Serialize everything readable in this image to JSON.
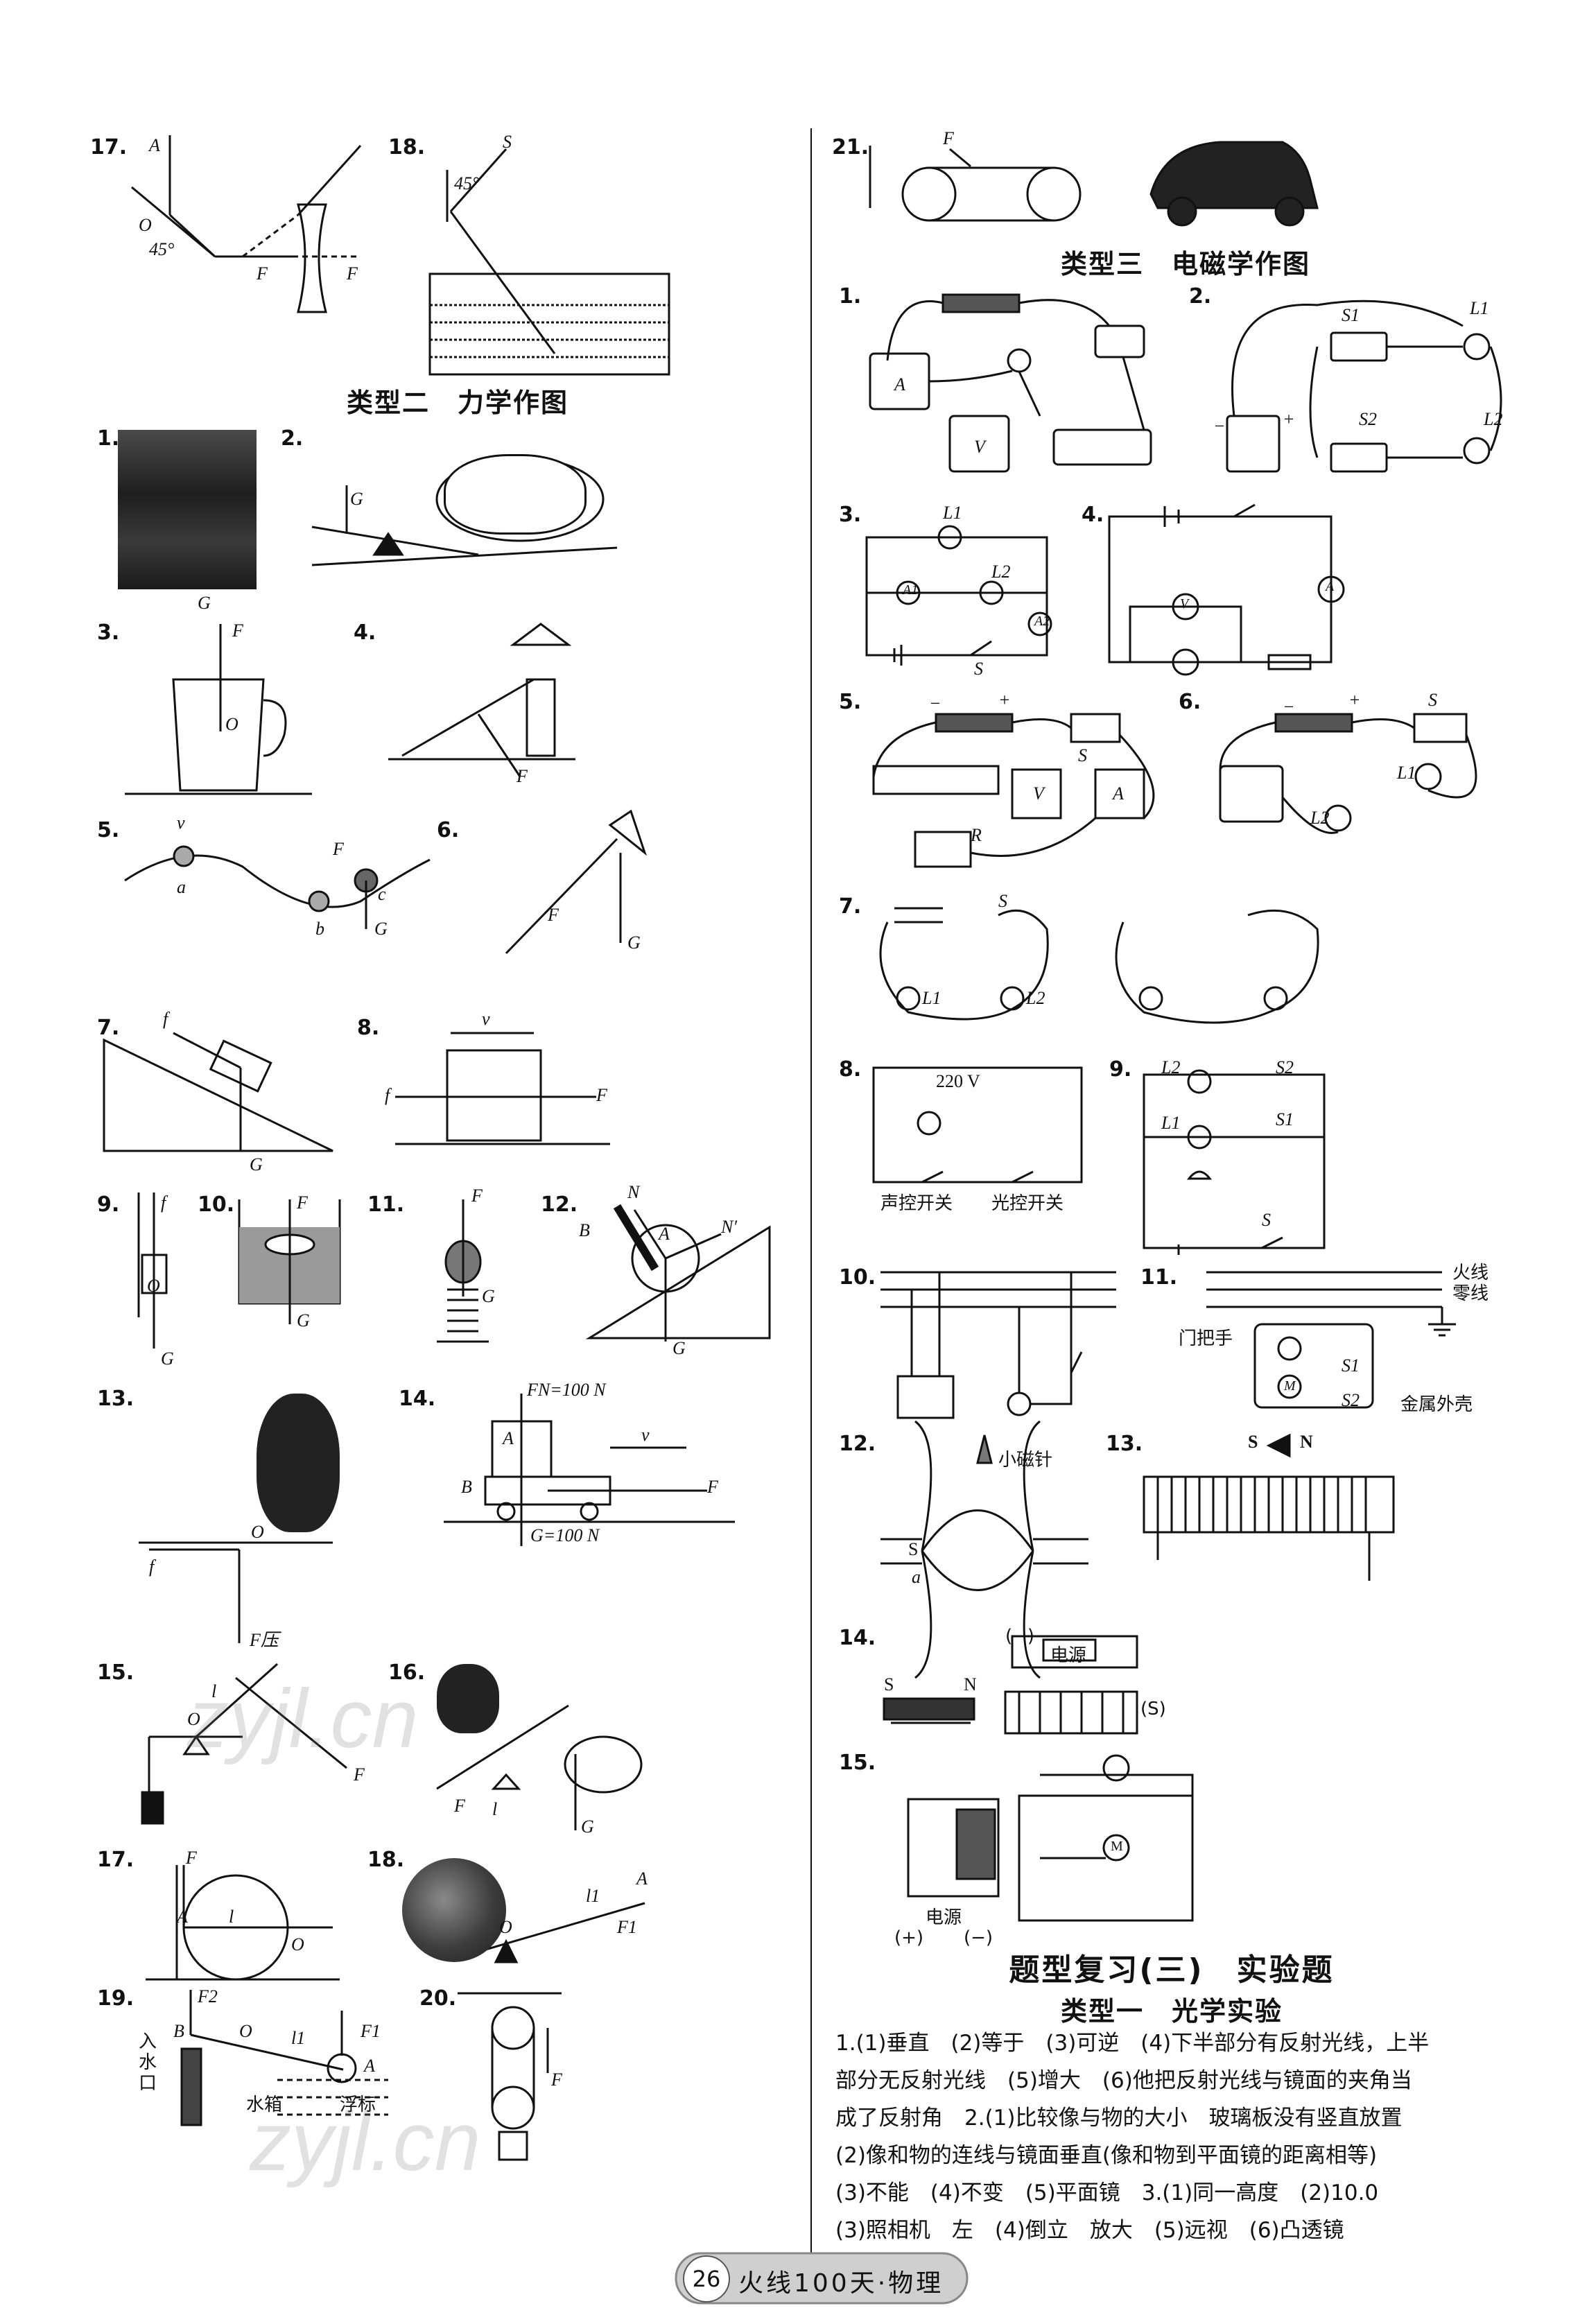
{
  "left_column": {
    "optics_cont": {
      "items": [
        {
          "num": "17.",
          "labels": [
            "A",
            "O",
            "45°",
            "F",
            "F"
          ]
        },
        {
          "num": "18.",
          "labels": [
            "S",
            "45°"
          ]
        }
      ]
    },
    "section_mechanics": {
      "title": "类型二　力学作图",
      "items": [
        {
          "num": "1.",
          "labels": [
            "G"
          ]
        },
        {
          "num": "2.",
          "labels": [
            "G"
          ]
        },
        {
          "num": "3.",
          "labels": [
            "F",
            "O"
          ]
        },
        {
          "num": "4.",
          "labels": [
            "F"
          ]
        },
        {
          "num": "5.",
          "labels": [
            "v",
            "F",
            "a",
            "b",
            "c",
            "G"
          ]
        },
        {
          "num": "6.",
          "labels": [
            "F",
            "G"
          ]
        },
        {
          "num": "7.",
          "labels": [
            "f",
            "G"
          ]
        },
        {
          "num": "8.",
          "labels": [
            "v",
            "f",
            "F"
          ]
        },
        {
          "num": "9.",
          "labels": [
            "f",
            "O",
            "G"
          ]
        },
        {
          "num": "10.",
          "labels": [
            "F",
            "G"
          ]
        },
        {
          "num": "11.",
          "labels": [
            "F",
            "G"
          ]
        },
        {
          "num": "12.",
          "labels": [
            "N",
            "A",
            "B",
            "N′",
            "G"
          ]
        },
        {
          "num": "13.",
          "labels": [
            "O",
            "f",
            "F压"
          ]
        },
        {
          "num": "14.",
          "labels": [
            "FN=100 N",
            "A",
            "v",
            "B",
            "F",
            "G=100 N"
          ]
        },
        {
          "num": "15.",
          "labels": [
            "l",
            "O",
            "F"
          ]
        },
        {
          "num": "16.",
          "labels": [
            "F",
            "l",
            "G"
          ]
        },
        {
          "num": "17.",
          "labels": [
            "F",
            "A",
            "l",
            "O"
          ]
        },
        {
          "num": "18.",
          "labels": [
            "A",
            "l1",
            "O",
            "F1"
          ]
        },
        {
          "num": "19.",
          "labels": [
            "F2",
            "B",
            "O",
            "l1",
            "F1",
            "A",
            "入水口",
            "水箱",
            "浮标"
          ]
        },
        {
          "num": "20.",
          "labels": [
            "F"
          ]
        }
      ]
    }
  },
  "right_column": {
    "item21": {
      "num": "21.",
      "labels": [
        "F"
      ]
    },
    "section_em": {
      "title": "类型三　电磁学作图",
      "items": [
        {
          "num": "1.",
          "labels": [
            "A",
            "V"
          ]
        },
        {
          "num": "2.",
          "labels": [
            "S1",
            "L1",
            "S2",
            "L2",
            "−",
            "+"
          ]
        },
        {
          "num": "3.",
          "labels": [
            "L1",
            "A1",
            "L2",
            "A2",
            "S"
          ]
        },
        {
          "num": "4.",
          "labels": [
            "A",
            "V"
          ]
        },
        {
          "num": "5.",
          "labels": [
            "−",
            "+",
            "S",
            "V",
            "A",
            "R"
          ]
        },
        {
          "num": "6.",
          "labels": [
            "−",
            "+",
            "S",
            "L1",
            "L2"
          ]
        },
        {
          "num": "7.",
          "labels": [
            "S",
            "L1",
            "L2"
          ]
        },
        {
          "num": "8.",
          "labels": [
            "220 V",
            "声控开关",
            "光控开关"
          ]
        },
        {
          "num": "9.",
          "labels": [
            "L2",
            "S2",
            "L1",
            "S1",
            "S"
          ]
        },
        {
          "num": "10.",
          "labels": []
        },
        {
          "num": "11.",
          "labels": [
            "火线",
            "零线",
            "门把手",
            "S1",
            "S2",
            "M",
            "金属外壳"
          ]
        },
        {
          "num": "12.",
          "labels": [
            "小磁针",
            "S",
            "a"
          ]
        },
        {
          "num": "13.",
          "labels": [
            "S",
            "N"
          ]
        },
        {
          "num": "14.",
          "labels": [
            "S",
            "N",
            "(−)",
            "电源",
            "(S)"
          ]
        },
        {
          "num": "15.",
          "labels": [
            "M",
            "电源",
            "(+)",
            "(−)"
          ]
        }
      ]
    },
    "review": {
      "title": "题型复习(三)　实验题",
      "subtitle": "类型一　光学实验",
      "answer_lines": [
        "1.(1)垂直　(2)等于　(3)可逆　(4)下半部分有反射光线，上半",
        "部分无反射光线　(5)增大　(6)他把反射光线与镜面的夹角当",
        "成了反射角　2.(1)比较像与物的大小　玻璃板没有竖直放置",
        "(2)像和物的连线与镜面垂直(像和物到平面镜的距离相等)",
        "(3)不能　(4)不变　(5)平面镜　3.(1)同一高度　(2)10.0",
        "(3)照相机　左　(4)倒立　放大　(5)远视　(6)凸透镜"
      ]
    }
  },
  "footer": {
    "page": "26",
    "book": "火线100天·物理"
  },
  "watermarks": [
    "zyjl.cn",
    "zyjl.cn"
  ]
}
